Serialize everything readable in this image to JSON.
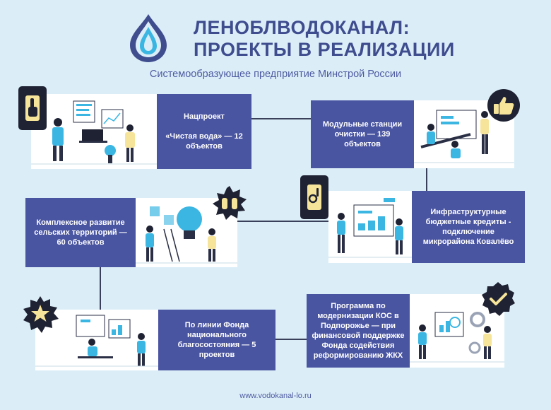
{
  "header": {
    "title_line1": "ЛЕНОБЛВОДОКАНАЛ:",
    "title_line2": "ПРОЕКТЫ В РЕАЛИЗАЦИИ",
    "subtitle": "Системообразующее предприятие Минстрой России"
  },
  "projects": [
    {
      "text": "Нацпроект\n\n«Чистая вода» — 12 объектов",
      "badge_icon": "pointing-hand-icon"
    },
    {
      "text": "Модульные станции очистки — 139 объектов",
      "badge_icon": "thumbs-up-icon"
    },
    {
      "text": "Комплексное развитие сельских территорий — 60 объектов",
      "badge_icon": "raised-hands-icon"
    },
    {
      "text": "Инфраструктурные бюджетные кредиты - подключение микрорайона Ковалёво",
      "badge_icon": "ok-hand-icon"
    },
    {
      "text": "По линии Фонда национального благосостояния — 5 проектов",
      "badge_icon": "star-icon"
    },
    {
      "text": "Программа по модернизации КОС в Подпорожье — при финансовой поддержке Фонда содействия реформированию ЖКХ",
      "badge_icon": "check-badge-icon"
    }
  ],
  "footer": {
    "url": "www.vodokanal-lo.ru"
  },
  "colors": {
    "background": "#dbeef8",
    "card_blue": "#4a55a2",
    "title": "#3f4d8f",
    "accent_cyan": "#3bb6e3",
    "badge_dark": "#1f2233",
    "badge_yellow": "#f6e49a"
  }
}
